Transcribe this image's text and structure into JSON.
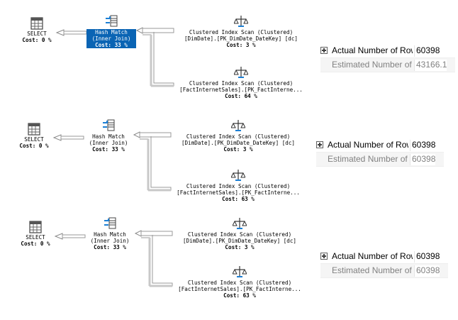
{
  "plans": [
    {
      "select": {
        "label": "SELECT",
        "cost": "Cost: 0 %"
      },
      "hash": {
        "line1": "Hash Match",
        "line2": "(Inner Join)",
        "cost": "Cost: 33 %",
        "selected": true
      },
      "scan1": {
        "line1": "Clustered Index Scan (Clustered)",
        "line2": "[DimDate].[PK_DimDate_DateKey] [dc]",
        "cost": "Cost: 3 %"
      },
      "scan2": {
        "line1": "Clustered Index Scan (Clustered)",
        "line2": "[FactInternetSales].[PK_FactInterne...",
        "cost": "Cost: 64 %"
      },
      "props": {
        "actual_label": "Actual Number of Rows",
        "actual_value": "60398",
        "estimated_label": "Estimated Number of Rows",
        "estimated_value": "43166.1"
      }
    },
    {
      "select": {
        "label": "SELECT",
        "cost": "Cost: 0 %"
      },
      "hash": {
        "line1": "Hash Match",
        "line2": "(Inner Join)",
        "cost": "Cost: 33 %",
        "selected": false
      },
      "scan1": {
        "line1": "Clustered Index Scan (Clustered)",
        "line2": "[DimDate].[PK_DimDate_DateKey] [dc]",
        "cost": "Cost: 3 %"
      },
      "scan2": {
        "line1": "Clustered Index Scan (Clustered)",
        "line2": "[FactInternetSales].[PK_FactInterne...",
        "cost": "Cost: 63 %"
      },
      "props": {
        "actual_label": "Actual Number of Rows",
        "actual_value": "60398",
        "estimated_label": "Estimated Number of Rows",
        "estimated_value": "60398"
      }
    },
    {
      "select": {
        "label": "SELECT",
        "cost": "Cost: 0 %"
      },
      "hash": {
        "line1": "Hash Match",
        "line2": "(Inner Join)",
        "cost": "Cost: 33 %",
        "selected": false
      },
      "scan1": {
        "line1": "Clustered Index Scan (Clustered)",
        "line2": "[DimDate].[PK_DimDate_DateKey] [dc]",
        "cost": "Cost: 3 %"
      },
      "scan2": {
        "line1": "Clustered Index Scan (Clustered)",
        "line2": "[FactInternetSales].[PK_FactInterne...",
        "cost": "Cost: 63 %"
      },
      "props": {
        "actual_label": "Actual Number of Rows",
        "actual_value": "60398",
        "estimated_label": "Estimated Number of Rows",
        "estimated_value": "60398"
      }
    }
  ],
  "icons": {
    "select": "select-table-icon",
    "hash": "hash-match-icon",
    "scan": "clustered-index-scan-icon",
    "expander": "expand-plus-icon"
  },
  "colors": {
    "selection": "#0a64b4",
    "connector": "#a8a8a8",
    "muted_text": "#808080"
  }
}
